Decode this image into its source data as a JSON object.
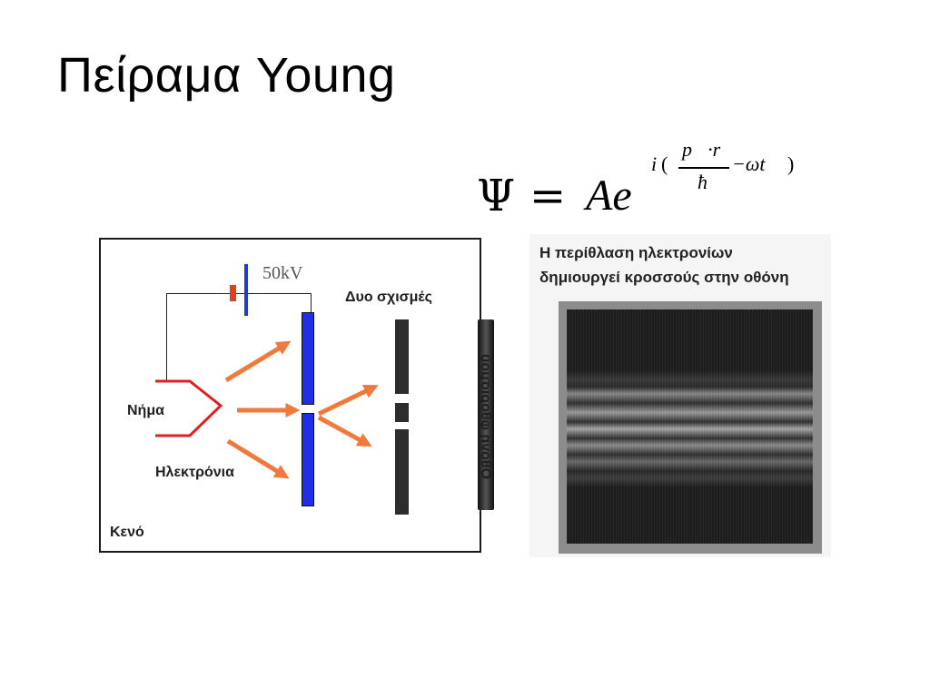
{
  "slide": {
    "title_part1": "Πείραμα",
    "title_part2": "Young"
  },
  "formula": {
    "psi": "Ψ",
    "equals": "=",
    "amplitude": "Ae",
    "exp_i": "i",
    "exp_lparen": "(",
    "exp_numerator": "p⃗·r⃗",
    "exp_denominator": "ħ",
    "exp_rest": "−ωt",
    "exp_rparen": ")"
  },
  "apparatus": {
    "voltage": "50kV",
    "filament_label": "Νήμα",
    "electrons_label": "Ηλεκτρόνια",
    "vacuum_label": "Κενό",
    "slits_label": "Δυο σχισμές",
    "screen_label": "Οθόνη φθορισμού"
  },
  "diffraction": {
    "caption_line1": "Η περίθλαση ηλεκτρονίων",
    "caption_line2": "δημιουργεί κροσσούς στην οθόνη"
  },
  "colors": {
    "plate": "#1f2fe8",
    "arrow": "#f07a3c",
    "filament": "#e02020"
  }
}
